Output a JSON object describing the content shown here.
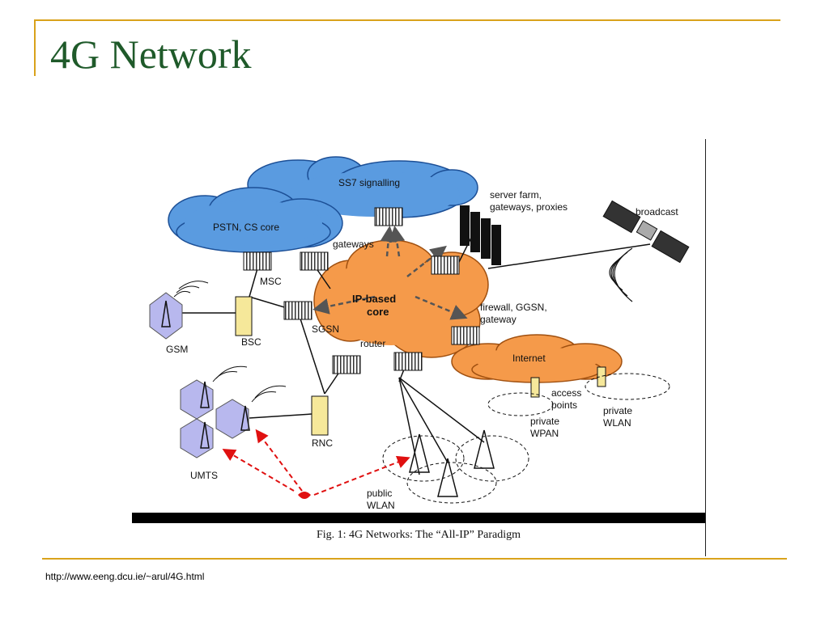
{
  "slide": {
    "title": "4G Network",
    "footer_url": "http://www.eeng.dcu.ie/~arul/4G.html"
  },
  "figure": {
    "caption": "Fig. 1: 4G Networks: The “All-IP” Paradigm",
    "labels": {
      "ss7": "SS7 signalling",
      "pstn": "PSTN, CS core",
      "gateways": "gateways",
      "server_farm_1": "server farm,",
      "server_farm_2": "gateways, proxies",
      "broadcast": "broadcast",
      "msc": "MSC",
      "ip_core_1": "IP-based",
      "ip_core_2": "core",
      "sgsn": "SGSN",
      "router": "router",
      "firewall_1": "firewall, GGSN,",
      "firewall_2": "gateway",
      "internet": "Internet",
      "gsm": "GSM",
      "bsc": "BSC",
      "rnc": "RNC",
      "umts": "UMTS",
      "access_1": "access",
      "access_2": "points",
      "private_wpan_1": "private",
      "private_wpan_2": "WPAN",
      "private_wlan_1": "private",
      "private_wlan_2": "WLAN",
      "public_wlan_1": "public",
      "public_wlan_2": "WLAN"
    }
  },
  "colors": {
    "accent": "#d9a21b",
    "title": "#1f5a2a",
    "cloud_blue": "#5a9be0",
    "cloud_orange": "#f59a4a",
    "cell_purple": "#b8b8ee",
    "arrow_red": "#e01010"
  }
}
